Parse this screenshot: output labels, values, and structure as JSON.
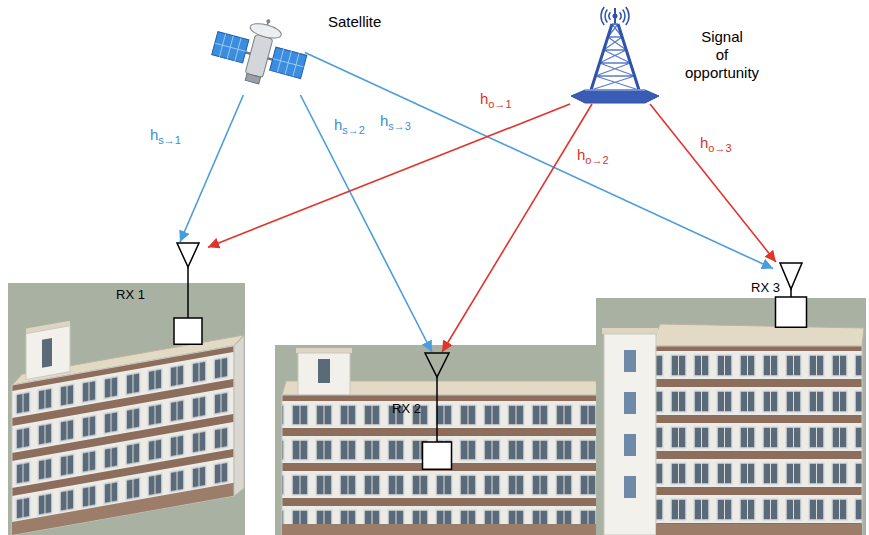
{
  "diagram": {
    "nodes": [
      {
        "text": [
          "Satellite"
        ]
      },
      {
        "text": [
          "Signal of opportunity"
        ]
      },
      {
        "text": [
          "RX 1"
        ]
      },
      {
        "text": [
          "RX 2"
        ]
      },
      {
        "text": [
          "RX 3"
        ]
      }
    ],
    "edges": [
      {
        "from": 0,
        "to": 2,
        "arrow": "to",
        "label": "hs→1"
      },
      {
        "from": 0,
        "to": 3,
        "arrow": "to",
        "label": "hs→2"
      },
      {
        "from": 0,
        "to": 4,
        "arrow": "to",
        "label": "hs→3"
      },
      {
        "from": 1,
        "to": 2,
        "arrow": "to",
        "label": "ho→1"
      },
      {
        "from": 1,
        "to": 3,
        "arrow": "to",
        "label": "ho→2"
      },
      {
        "from": 1,
        "to": 4,
        "arrow": "to",
        "label": "ho→3"
      }
    ]
  }
}
